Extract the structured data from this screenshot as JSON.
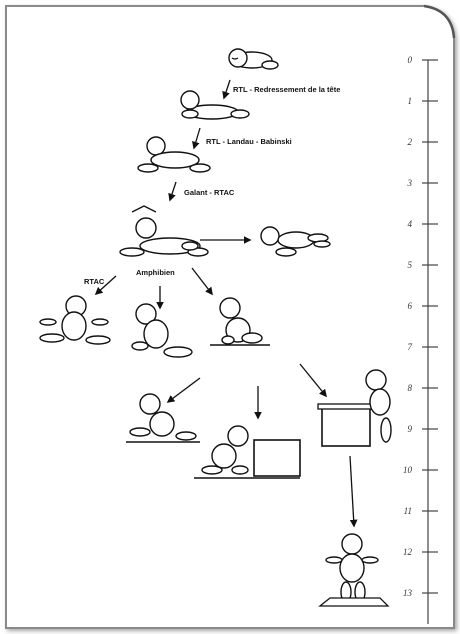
{
  "labels": {
    "stage1": "RTL - Redressement de la tête",
    "stage2": "RTL - Landau - Babinski",
    "stage3": "Galant - RTAC",
    "left_branch": "RTAC",
    "center_branch": "Amphibien"
  },
  "scale": {
    "ticks": [
      "0",
      "1",
      "2",
      "3",
      "4",
      "5",
      "6",
      "7",
      "8",
      "9",
      "10",
      "11",
      "12",
      "13"
    ]
  },
  "colors": {
    "border": "#7a7a7a",
    "ink": "#111111",
    "background": "#ffffff"
  }
}
